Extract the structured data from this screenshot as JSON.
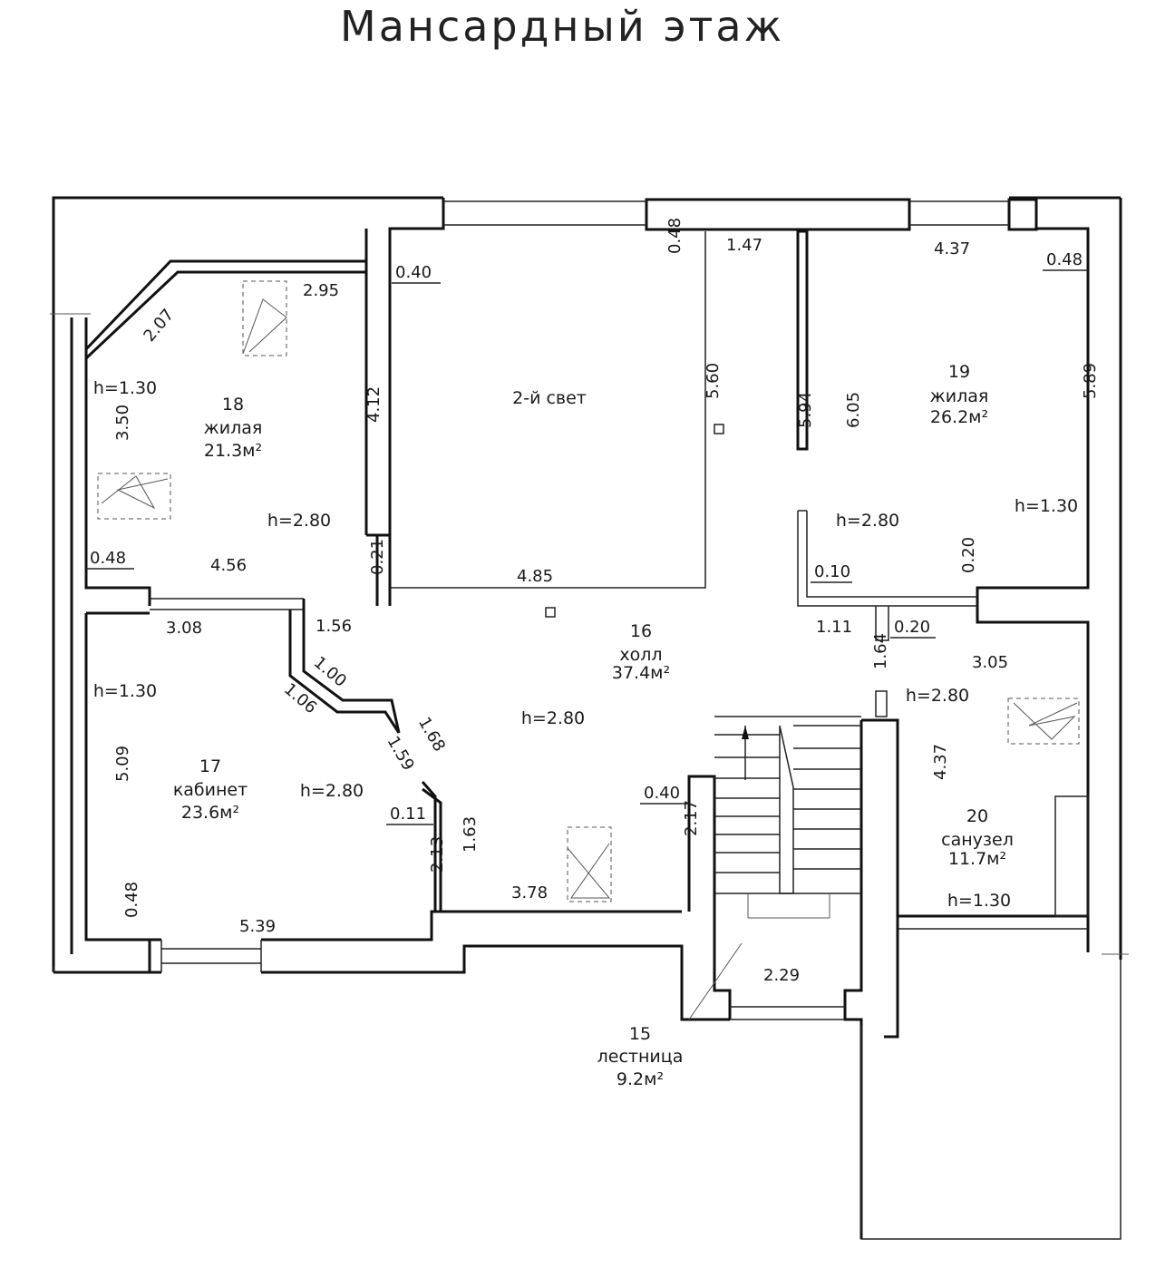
{
  "title": "Мансардный этаж",
  "rooms": [
    {
      "number": "18",
      "name": "жилая",
      "area": "21.3м²",
      "height_low": "h=1.30",
      "height_high": "h=2.80"
    },
    {
      "number": "17",
      "name": "кабинет",
      "area": "23.6м²",
      "height_low": "h=1.30",
      "height_high": "h=2.80"
    },
    {
      "number": "16",
      "name": "холл",
      "area": "37.4м²",
      "height": "h=2.80"
    },
    {
      "number": "19",
      "name": "жилая",
      "area": "26.2м²",
      "height_low": "h=1.30",
      "height_high": "h=2.80"
    },
    {
      "number": "20",
      "name": "санузел",
      "area": "11.7м²",
      "height_low": "h=1.30",
      "height_high": "h=2.80"
    },
    {
      "number": "15",
      "name": "лестница",
      "area": "9.2м²"
    }
  ],
  "void_label": "2-й свет",
  "dimensions": {
    "d_295": "2.95",
    "d_207": "2.07",
    "d_350": "3.50",
    "d_412": "4.12",
    "d_048_room18": "0.48",
    "d_456": "4.56",
    "d_021": "0.21",
    "d_040_top": "0.40",
    "d_048_top": "0.48",
    "d_147": "1.47",
    "d_560": "5.60",
    "d_485": "4.85",
    "d_594": "5.94",
    "d_605": "6.05",
    "d_437_top": "4.37",
    "d_048_right": "0.48",
    "d_589": "5.89",
    "d_010": "0.10",
    "d_020_a": "0.20",
    "d_020_b": "0.20",
    "d_111": "1.11",
    "d_164": "1.64",
    "d_305": "3.05",
    "d_437_right": "4.37",
    "d_308": "3.08",
    "d_156": "1.56",
    "d_100": "1.00",
    "d_106": "1.06",
    "d_168": "1.68",
    "d_159": "1.59",
    "d_509": "5.09",
    "d_011": "0.11",
    "d_213": "2.13",
    "d_163": "1.63",
    "d_048_bottom": "0.48",
    "d_539": "5.39",
    "d_378": "3.78",
    "d_040_stair": "0.40",
    "d_217": "2.17",
    "d_229": "2.29"
  }
}
